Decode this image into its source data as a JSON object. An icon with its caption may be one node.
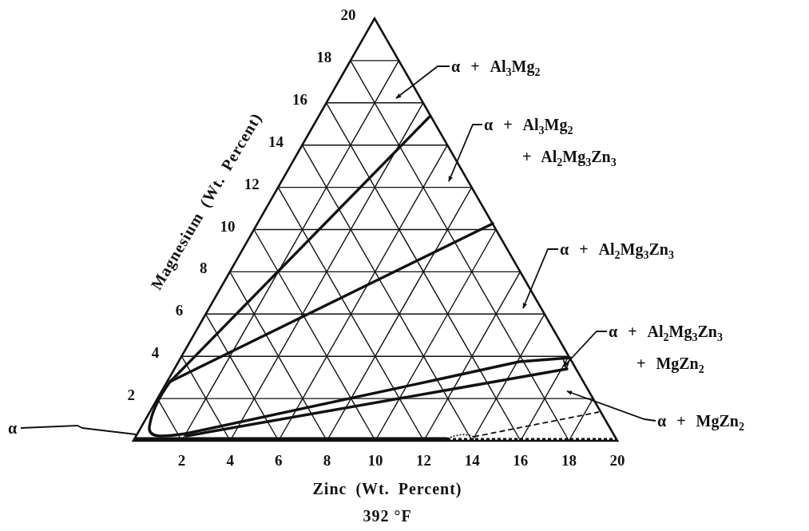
{
  "diagram": {
    "caption": "392 °F",
    "nodes": [
      {
        "text": [
          "α + Al$_{3}$Mg$_{2}$"
        ]
      },
      {
        "text": [
          "α + Al$_{3}$Mg$_{2}$ + Al$_{2}$Mg$_{3}$Zn$_{3}$"
        ]
      },
      {
        "text": [
          "α + Al$_{2}$Mg$_{3}$Zn$_{3}$"
        ]
      },
      {
        "text": [
          "α + Al$_{2}$Mg$_{3}$Zn$_{3}$ + MgZn$_{2}$"
        ]
      },
      {
        "text": [
          "α + MgZn$_{2}$"
        ]
      },
      {
        "text": [
          "α"
        ]
      }
    ],
    "edges": [
      {
        "from": 0,
        "to": null,
        "arrow": "to"
      },
      {
        "from": 1,
        "to": null,
        "arrow": "to"
      },
      {
        "from": 2,
        "to": null,
        "arrow": "to"
      },
      {
        "from": 3,
        "to": null,
        "arrow": "to"
      },
      {
        "from": 4,
        "to": null,
        "arrow": "to"
      },
      {
        "from": 5,
        "to": null,
        "arrow": "none"
      }
    ],
    "labels": [
      "20",
      "18",
      "16",
      "14",
      "12",
      "10",
      "8",
      "6",
      "4",
      "2",
      "2",
      "4",
      "6",
      "8",
      "10",
      "12",
      "14",
      "16",
      "18",
      "20",
      "Magnesium (Wt. Percent)",
      "Zinc (Wt. Percent)"
    ]
  }
}
